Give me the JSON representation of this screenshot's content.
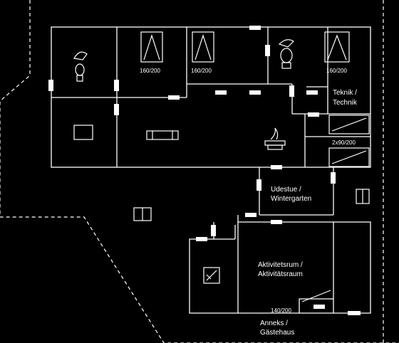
{
  "plan": {
    "rooms": {
      "technik": "Teknik /",
      "technik_2": "Technik",
      "lounge": "Udestue /",
      "lounge_2": "Wintergarten",
      "activity": "Aktivitetsrum /",
      "activity_2": "Aktivitätsraum",
      "annex": "Anneks /",
      "annex_2": "Gästehaus"
    },
    "bed_sizes": {
      "bed_1": "160/200",
      "bed_2": "160/200",
      "bed_3": "160/200",
      "bunk": "2x90/200",
      "bed_annex": "140/200"
    },
    "colors": {
      "background": "#000000",
      "walls": "#ffffff",
      "doors": "#ffffff"
    },
    "icons": {
      "toilets": "toilet-icon",
      "beds": "bed-icon",
      "fireplace": "fireplace-icon",
      "table": "dining-table-icon",
      "stove": "stove-icon"
    }
  }
}
